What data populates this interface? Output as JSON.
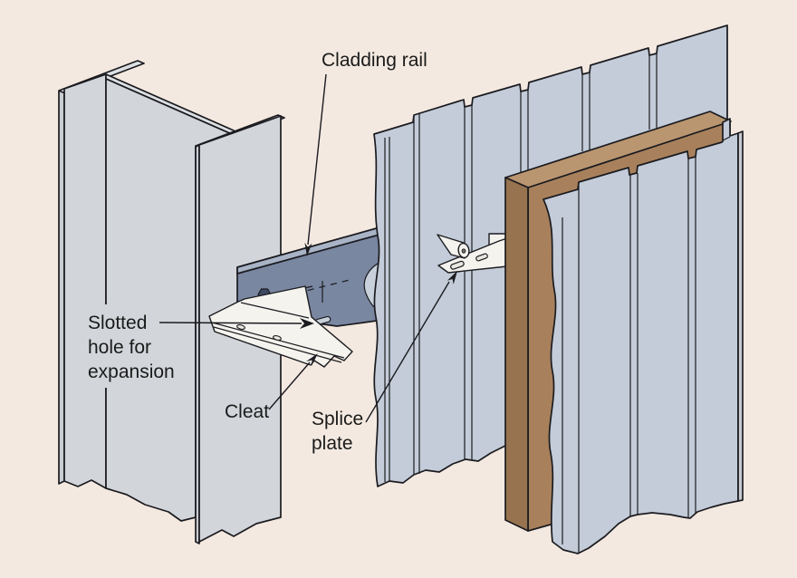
{
  "diagram": {
    "type": "isometric-construction-detail",
    "subject": "Cladding rail to column connection with cleat and splice plate",
    "background_color": "#f4e9e0",
    "labels": {
      "cladding_rail": "Cladding rail",
      "slotted_hole_line1": "Slotted",
      "slotted_hole_line2": "hole for",
      "slotted_hole_line3": "expansion",
      "cleat": "Cleat",
      "splice_plate_line1": "Splice",
      "splice_plate_line2": "plate"
    },
    "colors": {
      "background": "#f4e9e0",
      "column": "#d2d6da",
      "column_top": "#dde0e3",
      "column_edge": "#c7ccd1",
      "sheet": "#c3ccd8",
      "rail_web": "#7a87a1",
      "rail_top": "#a8b3c6",
      "rail_inner": "#c8d0db",
      "plate_white": "#f4f3ee",
      "wood_front": "#a8815c",
      "wood_top": "#ba9670",
      "wood_side": "#97744f",
      "outline": "#1b1b20"
    }
  }
}
